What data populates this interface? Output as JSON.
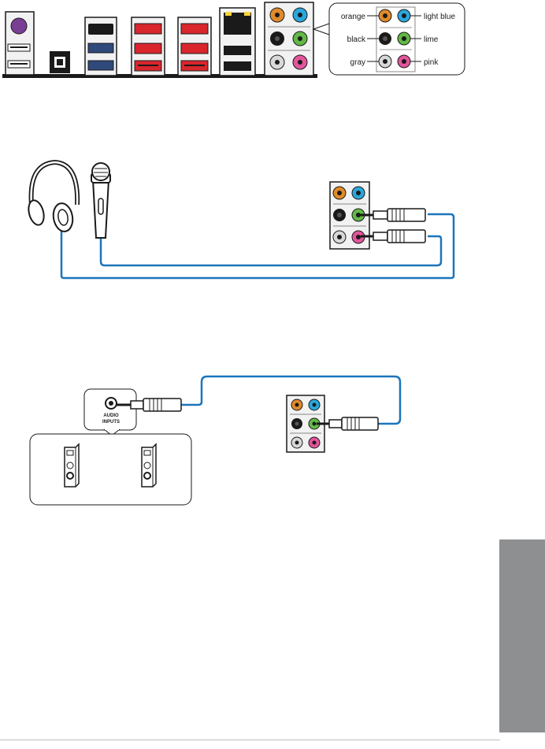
{
  "legend": {
    "orange": "orange",
    "light_blue": "light blue",
    "black": "black",
    "lime": "lime",
    "gray": "gray",
    "pink": "pink"
  },
  "audio_device": {
    "label_line1": "AUDIO",
    "label_line2": "INPUTS"
  },
  "colors": {
    "orange": "#e08a2a",
    "light_blue": "#2aa7dc",
    "black": "#1a1a1a",
    "lime": "#63b847",
    "gray": "#d8d8d8",
    "pink": "#e2559c",
    "cable": "#1b75bb",
    "usb3_red": "#d9262c",
    "usb_blue": "#2f4a7a",
    "side_tab": "#8e8f91"
  }
}
